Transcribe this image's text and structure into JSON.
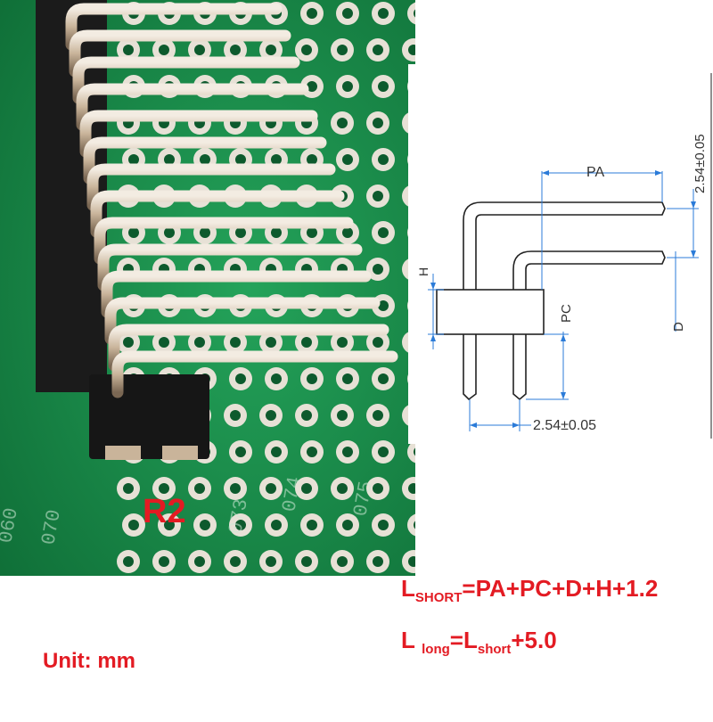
{
  "photo": {
    "label": "R2",
    "board_print": [
      "070",
      "073",
      "074",
      "075",
      "060"
    ]
  },
  "drawing": {
    "pa": "PA",
    "h": "H",
    "pc": "PC",
    "d": "D",
    "pitch_vertical": "2.54±0.05",
    "pitch_horizontal": "2.54±0.05"
  },
  "formulas": {
    "short_l": "L",
    "short_sub": "SHORT",
    "short_rhs": "=PA+PC+D+H+1.2",
    "long_l": "L",
    "long_sub": "long",
    "long_eq": "=L",
    "long_sub2": "short",
    "long_rhs": "+5.0"
  },
  "unit": "Unit: mm",
  "colors": {
    "accent": "#e31b23",
    "pcb": "#1a8a4a",
    "header": "#141414",
    "pin": "#d9c8b0"
  }
}
